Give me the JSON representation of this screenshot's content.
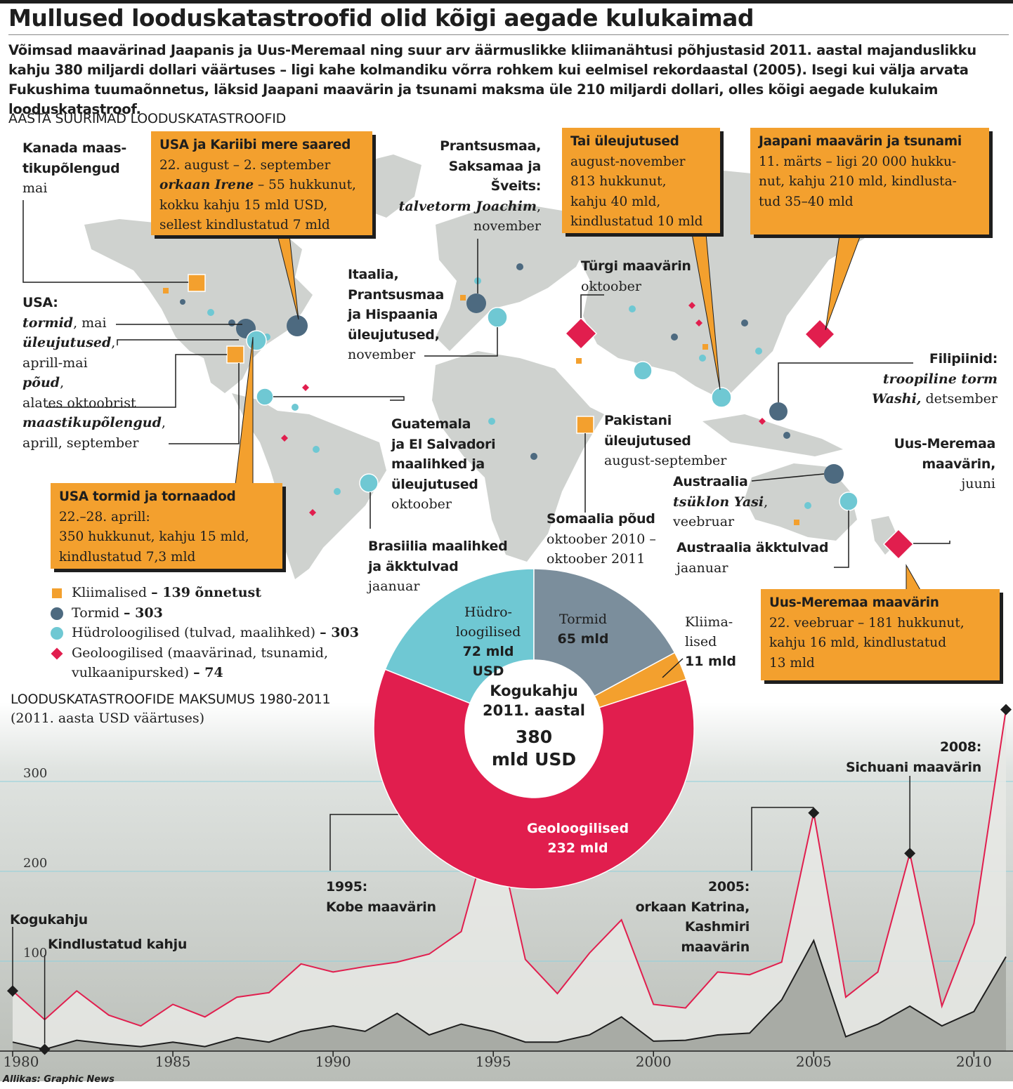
{
  "header": {
    "title": "Mullused looduskatastroofid olid kõigi aegade kulukaimad",
    "intro": "Võimsad maavärinad Jaapanis ja Uus-Meremaal ning suur arv äärmuslikke kliimanähtusi põhjustasid 2011. aastal majanduslikku kahju 380 miljardi dollari väärtuses – ligi kahe kolmandiku võrra rohkem kui eelmisel rekordaastal (2005). Isegi kui välja arvata Fukushima tuumaõnnetus, läksid Jaapani maavärin ja tsunami maksma üle 210 miljardi dollari, olles kõigi aegade kulukaim looduskatastroof."
  },
  "map": {
    "section_title": "AASTA SUURIMAD LOODUSKATASTROOFID",
    "canada": {
      "t1": "Kanada maas-",
      "t2": "tikupõlengud",
      "t3": "mai"
    },
    "usa": {
      "head": "USA:",
      "a_i": "tormid",
      "a_r": ", mai",
      "b_i": "üleujutused",
      "b_r": ",",
      "b2": "aprill-mai",
      "c_i": "põud",
      "c_r": ",",
      "c2": "alates oktoobrist",
      "d_i": "maastikupõlengud",
      "d_r": ",",
      "d2": "aprill, september"
    },
    "europe_storm": {
      "t1": "Prantsusmaa,",
      "t2": "Saksamaa ja",
      "t3": "Šveits:",
      "t4_i": "talvetorm Joachim",
      "t4_r": ",",
      "t5": "november"
    },
    "italy": {
      "t1": "Itaalia,",
      "t2": "Prantsusmaa",
      "t3": "ja Hispaania",
      "t4": "üleujutused,",
      "t5": "november"
    },
    "turkey": {
      "t1": "Türgi maavärin",
      "t2": "oktoober"
    },
    "philippines": {
      "t1": "Filipiinid:",
      "t2": "troopiline torm",
      "t3_i": "Washi,",
      "t3_r": " detsember"
    },
    "nz_quake": {
      "t1": "Uus-Meremaa",
      "t2": "maavärin,",
      "t3": "juuni"
    },
    "pakistan": {
      "t1": "Pakistani",
      "t2": "üleujutused",
      "t3": "august-september"
    },
    "guatemala": {
      "t1": "Guatemala",
      "t2": "ja El Salvadori",
      "t3": "maalihked ja",
      "t4": "üleujutused",
      "t5": "oktoober"
    },
    "brazil": {
      "t1": "Brasiilia maalihked",
      "t2": "ja äkktulvad",
      "t3": "jaanuar"
    },
    "somalia": {
      "t1": "Somaalia põud",
      "t2": "oktoober 2010 –",
      "t3": "oktoober 2011"
    },
    "yasi": {
      "t1": "Austraalia",
      "t2_i": "tsüklon Yasi",
      "t2_r": ",",
      "t3": "veebruar"
    },
    "aus_floods": {
      "t1": "Austraalia äkktulvad",
      "t2": "jaanuar"
    },
    "box_irene": {
      "head": "USA ja Kariibi mere saared",
      "l1": "22. august – 2. september",
      "l2_i": "orkaan Irene",
      "l2_r": " – 55 hukkunut,",
      "l3": "kokku kahju 15 mld USD,",
      "l4": "sellest kindlustatud 7 mld"
    },
    "box_thai": {
      "head": "Tai üleujutused",
      "l1": "august-november",
      "l2": "813 hukkunut,",
      "l3": "kahju 40 mld,",
      "l4": "kindlustatud 10 mld"
    },
    "box_japan": {
      "head": "Jaapani maavärin ja tsunami",
      "l1": "11. märts – ligi 20 000 hukku-",
      "l2": "nut, kahju 210 mld, kindlusta-",
      "l3": "tud 35–40 mld"
    },
    "box_usa": {
      "head": "USA tormid ja tornaadod",
      "l1": "22.–28. aprill:",
      "l2": "350 hukkunut, kahju 15 mld,",
      "l3": "kindlustatud 7,3 mld"
    },
    "box_nz": {
      "head": "Uus-Meremaa maavärin",
      "l1": "22. veebruar – 181 hukkunut,",
      "l2": "kahju 16 mld, kindlustatud",
      "l3": "13 mld"
    }
  },
  "legend": {
    "items": [
      {
        "label": "Kliimalised",
        "count": "– 139 õnnetust",
        "color": "#f3a02e",
        "icon": "square"
      },
      {
        "label": "Tormid",
        "count": "– 303",
        "color": "#4d6a80",
        "icon": "storm-circle"
      },
      {
        "label": "Hüdroloogilised (tulvad, maalihked)",
        "count": "– 303",
        "color": "#6fc8d3",
        "icon": "circle"
      },
      {
        "label": "Geoloogilised (maavärinad, tsunamid,",
        "label2": "vulkaanipursked)",
        "count": "– 74",
        "color": "#e11e4e",
        "icon": "diamond"
      }
    ]
  },
  "donut": {
    "center1": "Kogukahju",
    "center2": "2011. aastal",
    "center3": "380",
    "center4": "mld USD",
    "slices": [
      {
        "name1": "Hüdro-",
        "name2": "loogilised",
        "value": "72 mld",
        "unit": "USD",
        "amount": 72,
        "color": "#6fc8d3"
      },
      {
        "name1": "Tormid",
        "value": "65 mld",
        "amount": 65,
        "color": "#7b8e9c"
      },
      {
        "name1": "Kliima-",
        "name2": "lised",
        "value": "11 mld",
        "amount": 11,
        "color": "#f3a02e"
      },
      {
        "name1": "Geoloogilised",
        "value": "232 mld",
        "amount": 232,
        "color": "#e11e4e"
      }
    ]
  },
  "chart_data": {
    "type": "area",
    "title": "LOODUSKATASTROOFIDE MAKSUMUS 1980-2011",
    "subtitle": "(2011. aasta USD väärtuses)",
    "x": [
      1980,
      1981,
      1982,
      1983,
      1984,
      1985,
      1986,
      1987,
      1988,
      1989,
      1990,
      1991,
      1992,
      1993,
      1994,
      1995,
      1996,
      1997,
      1998,
      1999,
      2000,
      2001,
      2002,
      2003,
      2004,
      2005,
      2006,
      2007,
      2008,
      2009,
      2010,
      2011
    ],
    "xticks": [
      "1980",
      "1985",
      "1990",
      "1995",
      "2000",
      "2005",
      "2010"
    ],
    "yticks": [
      "100",
      "200",
      "300"
    ],
    "ylim": [
      0,
      380
    ],
    "series": [
      {
        "name": "Kogukahju",
        "color": "#e11e4e",
        "values": [
          67,
          35,
          67,
          40,
          28,
          52,
          38,
          60,
          65,
          97,
          88,
          94,
          99,
          108,
          133,
          263,
          102,
          64,
          109,
          146,
          52,
          48,
          88,
          85,
          99,
          265,
          60,
          88,
          220,
          50,
          142,
          380
        ]
      },
      {
        "name": "Kindlustatud kahju",
        "color": "#1e1e1e",
        "values": [
          10,
          2,
          12,
          8,
          5,
          10,
          5,
          15,
          10,
          22,
          28,
          22,
          42,
          18,
          30,
          22,
          10,
          10,
          18,
          38,
          11,
          12,
          18,
          20,
          57,
          123,
          16,
          30,
          50,
          28,
          44,
          105
        ]
      }
    ],
    "annotations": [
      {
        "year": 1995,
        "l1": "1995:",
        "l2": "Kobe maavärin"
      },
      {
        "year": 2005,
        "l1": "2005:",
        "l2": "orkaan Katrina,",
        "l3": "Kashmiri",
        "l4": "maavärin"
      },
      {
        "year": 2008,
        "l1": "2008:",
        "l2": "Sichuani maavärin"
      }
    ]
  },
  "source": "Allikas: Graphic News"
}
